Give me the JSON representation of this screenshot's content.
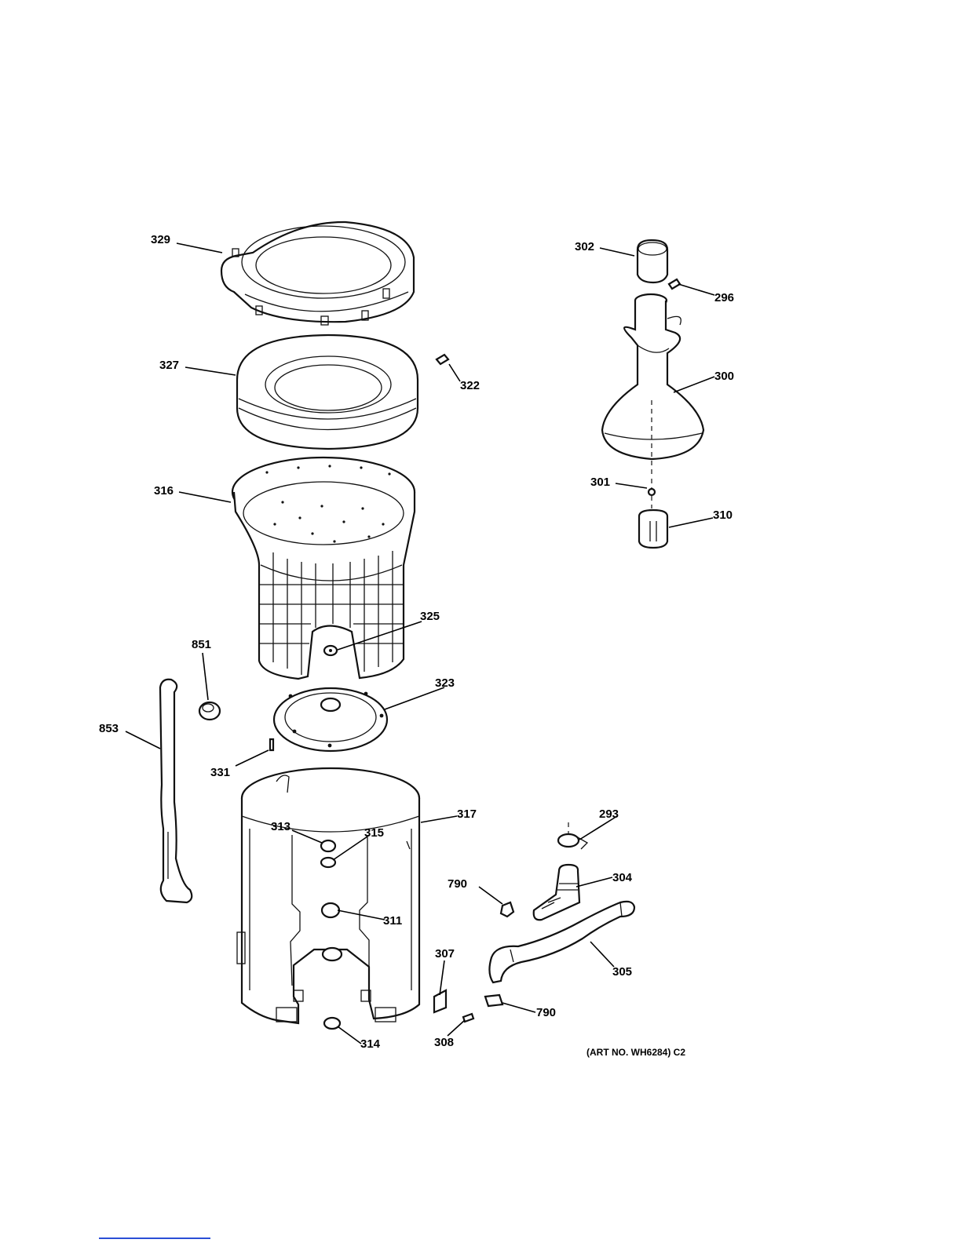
{
  "art_number": "(ART NO. WH6284) C2",
  "callouts": {
    "329": "329",
    "327": "327",
    "322": "322",
    "316": "316",
    "325": "325",
    "851": "851",
    "853": "853",
    "323": "323",
    "331": "331",
    "317": "317",
    "313": "313",
    "315": "315",
    "311": "311",
    "307": "307",
    "308": "308",
    "314": "314",
    "302": "302",
    "296": "296",
    "300": "300",
    "301": "301",
    "310": "310",
    "293": "293",
    "304": "304",
    "790a": "790",
    "305": "305",
    "790b": "790"
  },
  "colors": {
    "line": "#111111",
    "footer_rule": "#2a4fd6"
  }
}
